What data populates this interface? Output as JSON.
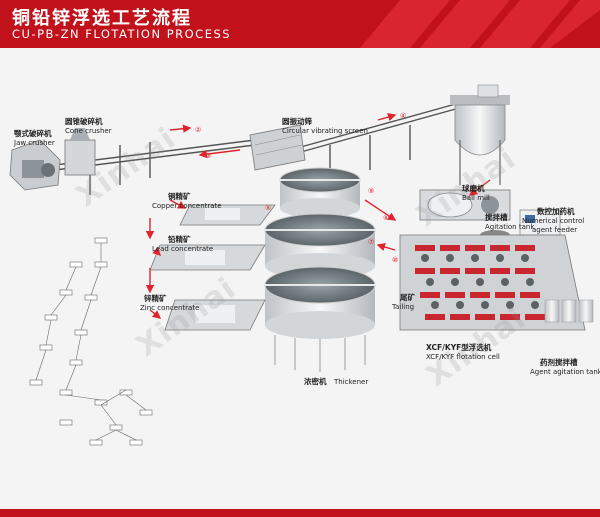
{
  "header": {
    "title_cn": "铜铅锌浮选工艺流程",
    "title_en": "CU-PB-ZN FLOTATION PROCESS"
  },
  "labels": {
    "jaw_cn": "颚式破碎机",
    "jaw_en": "Jaw crusher",
    "cone_cn": "圆锥破碎机",
    "cone_en": "Cone crusher",
    "screen_cn": "圆振动筛",
    "screen_en": "Circular vibrating screen",
    "ballmill_cn": "球磨机",
    "ballmill_en": "Ball mill",
    "agit_cn": "搅拌槽",
    "agit_en": "Agitation tank",
    "ncfeeder_cn": "数控加药机",
    "ncfeeder_en1": "Numerical control",
    "ncfeeder_en2": "agent feeder",
    "copper_cn": "铜精矿",
    "copper_en": "Copper concentrate",
    "lead_cn": "铅精矿",
    "lead_en": "Lead concentrate",
    "zinc_cn": "锌精矿",
    "zinc_en": "Zinc concentrate",
    "flot_cn": "XCF/KYF型浮选机",
    "flot_en": "XCF/KYF flotation cell",
    "tail_cn": "尾矿",
    "tail_en": "Tailing",
    "thick_cn": "浓密机",
    "thick_en": "Thickener",
    "agentagit_cn": "药剂搅拌槽",
    "agentagit_en": "Agent agitation tank"
  },
  "steps": [
    "①",
    "②",
    "③",
    "④",
    "⑤",
    "⑥",
    "⑦",
    "⑧",
    "⑨",
    "⑩"
  ],
  "watermark": "Xinhai",
  "colors": {
    "brand": "#c1121c",
    "arrow": "#e0242c",
    "steel": "#c8ccd0",
    "water": "#6f7a80"
  }
}
